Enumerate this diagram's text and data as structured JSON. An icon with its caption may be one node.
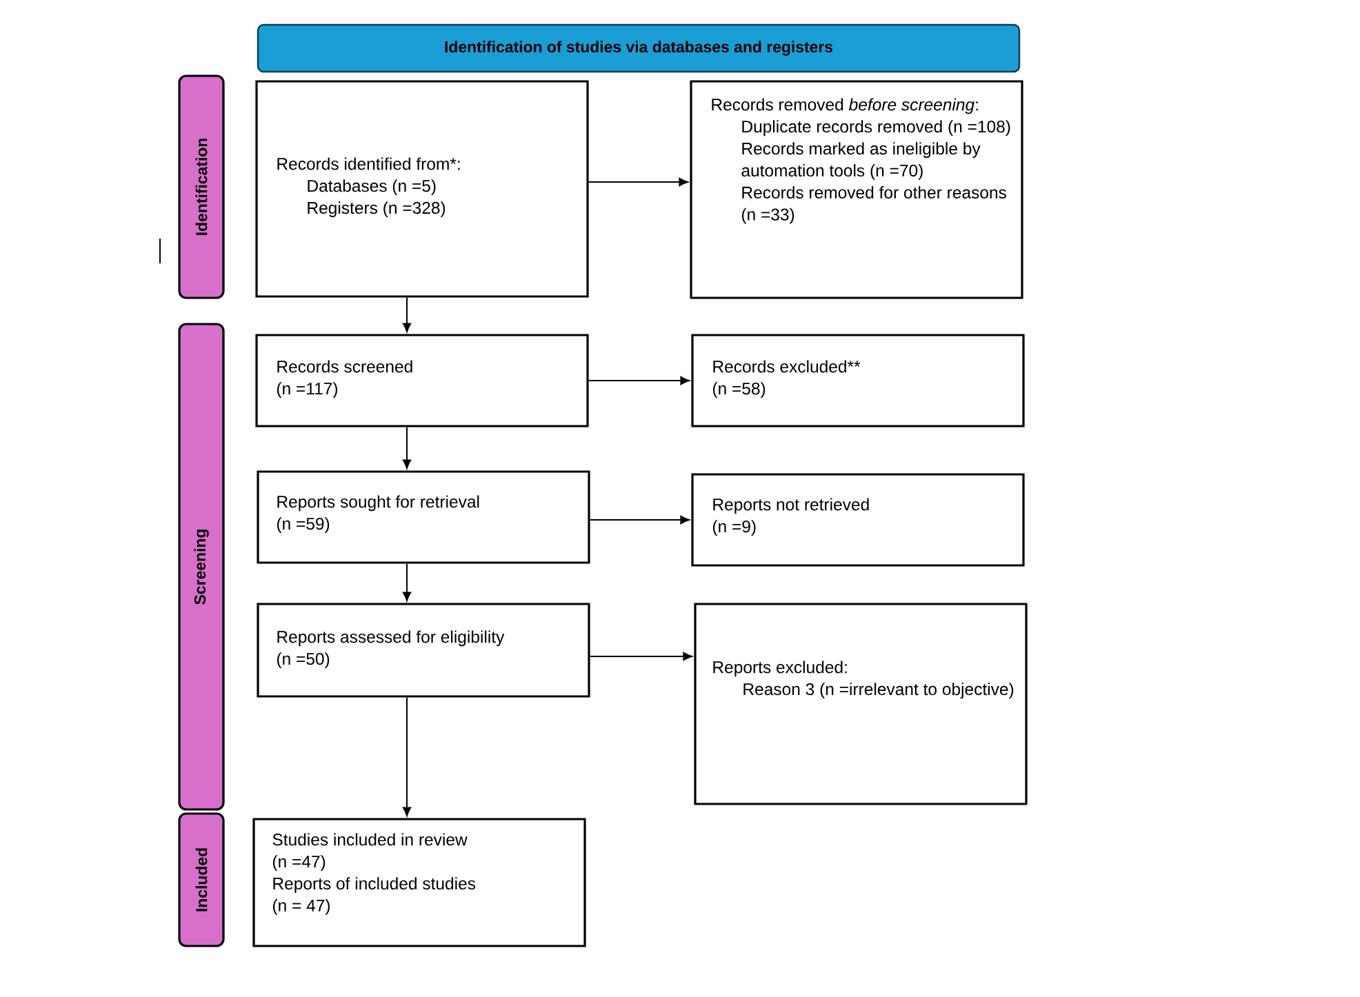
{
  "diagram": {
    "nodes": [
      {
        "text": [
          "Identification of studies via databases and registers"
        ]
      },
      {
        "text": [
          "Identification"
        ]
      },
      {
        "text": [
          "Screening"
        ]
      },
      {
        "text": [
          "Included"
        ]
      },
      {
        "text": [
          "Records identified from*:",
          "Databases (n =5)",
          "Registers (n =328)"
        ]
      },
      {
        "text": [
          "Records removed *before screening*:",
          "Duplicate records removed (n =108)",
          "Records marked as ineligible by automation tools (n =70)",
          "Records removed for other reasons (n =33)"
        ]
      },
      {
        "text": [
          "Records screened",
          "(n =117)"
        ]
      },
      {
        "text": [
          "Records excluded**",
          "(n =58)"
        ]
      },
      {
        "text": [
          "Reports sought for retrieval",
          "(n =59)"
        ]
      },
      {
        "text": [
          "Reports not retrieved",
          "(n =9)"
        ]
      },
      {
        "text": [
          "Reports assessed for eligibility",
          "(n =50)"
        ]
      },
      {
        "text": [
          "Reports excluded:",
          "Reason 3 (n =irrelevant to objective)"
        ]
      },
      {
        "text": [
          "Studies included in review",
          "(n =47)",
          "Reports of included studies",
          "(n = 47)"
        ]
      }
    ],
    "edges": [
      {
        "from": 4,
        "to": 5,
        "arrow": "to"
      },
      {
        "from": 4,
        "to": 6,
        "arrow": "to"
      },
      {
        "from": 6,
        "to": 7,
        "arrow": "to"
      },
      {
        "from": 6,
        "to": 8,
        "arrow": "to"
      },
      {
        "from": 8,
        "to": 9,
        "arrow": "to"
      },
      {
        "from": 8,
        "to": 10,
        "arrow": "to"
      },
      {
        "from": 10,
        "to": 11,
        "arrow": "to"
      },
      {
        "from": 10,
        "to": 12,
        "arrow": "to"
      }
    ]
  }
}
